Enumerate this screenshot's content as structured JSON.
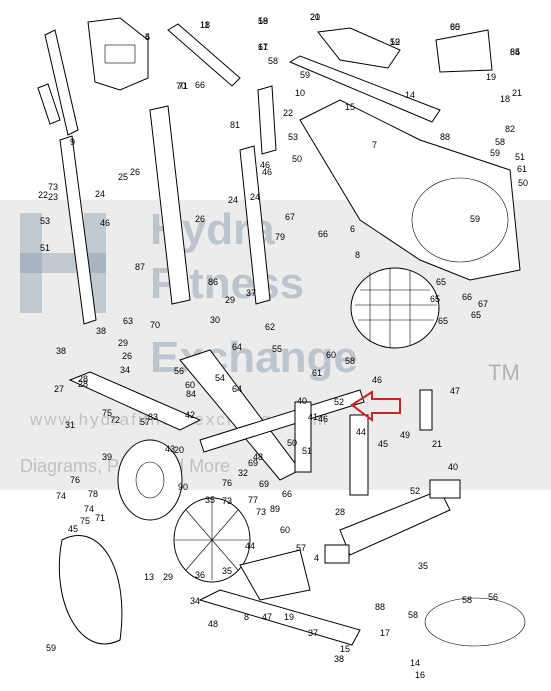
{
  "watermark": {
    "line1": "Hydra",
    "line2": "Fitness",
    "line3": "Exchange",
    "trademark": "TM",
    "url": "www.hydrafitnessexchange.com",
    "subtitle": "Diagrams, Parts and More"
  },
  "callout_arrow_color": "#cc2222",
  "callouts": [
    "20",
    "11",
    "19",
    "12",
    "5",
    "80",
    "84",
    "17",
    "58",
    "59",
    "66",
    "70",
    "71",
    "10",
    "14",
    "81",
    "53",
    "22",
    "15",
    "7",
    "19",
    "18",
    "21",
    "82",
    "9",
    "73",
    "23",
    "26",
    "50",
    "88",
    "58",
    "59",
    "51",
    "22",
    "24",
    "25",
    "24",
    "26",
    "24",
    "46",
    "53",
    "46",
    "46",
    "67",
    "6",
    "59",
    "66",
    "61",
    "79",
    "51",
    "50",
    "87",
    "8",
    "37",
    "86",
    "29",
    "65",
    "65",
    "66",
    "67",
    "30",
    "70",
    "38",
    "28",
    "26",
    "64",
    "62",
    "55",
    "29",
    "63",
    "65",
    "58",
    "60",
    "38",
    "27",
    "28",
    "34",
    "56",
    "75",
    "60",
    "54",
    "64",
    "61",
    "46",
    "47",
    "31",
    "83",
    "42",
    "72",
    "84",
    "57",
    "43",
    "41",
    "50",
    "52",
    "40",
    "51",
    "49",
    "45",
    "21",
    "39",
    "48",
    "32",
    "69",
    "69",
    "66",
    "73",
    "77",
    "74",
    "78",
    "89",
    "76",
    "73",
    "74",
    "75",
    "71",
    "76",
    "60",
    "90",
    "46",
    "44",
    "20",
    "35",
    "28",
    "52",
    "40",
    "44",
    "57",
    "29",
    "4",
    "35",
    "45",
    "13",
    "36",
    "35",
    "34",
    "48",
    "8",
    "47",
    "19",
    "37",
    "17",
    "58",
    "58",
    "59",
    "38",
    "15",
    "14",
    "16",
    "88",
    "56",
    "65",
    "21",
    "18",
    "58",
    "59",
    "4",
    "65",
    "65",
    "61"
  ]
}
